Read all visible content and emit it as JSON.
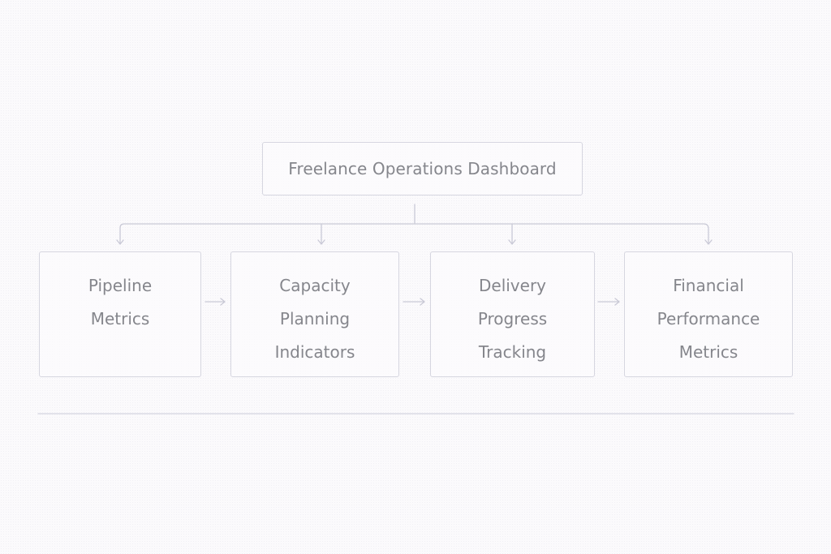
{
  "diagram": {
    "title": "Freelance Operations Dashboard",
    "stages": [
      {
        "id": "pipeline",
        "lines": [
          "Pipeline",
          "Metrics"
        ]
      },
      {
        "id": "capacity",
        "lines": [
          "Capacity",
          "Planning",
          "Indicators"
        ]
      },
      {
        "id": "delivery",
        "lines": [
          "Delivery",
          "Progress",
          "Tracking"
        ]
      },
      {
        "id": "financial",
        "lines": [
          "Financial",
          "Performance",
          "Metrics"
        ]
      }
    ],
    "connections": {
      "hierarchy": "title -> each stage (branching down-arrows)",
      "flow": [
        "Pipeline Metrics -> Capacity Planning Indicators",
        "Capacity Planning Indicators -> Delivery Progress Tracking",
        "Delivery Progress Tracking -> Financial Performance Metrics"
      ]
    },
    "colors": {
      "background": "#fbfafc",
      "border": "#d6d6e0",
      "text": "#85868c",
      "connector": "#c9c9d6"
    }
  }
}
